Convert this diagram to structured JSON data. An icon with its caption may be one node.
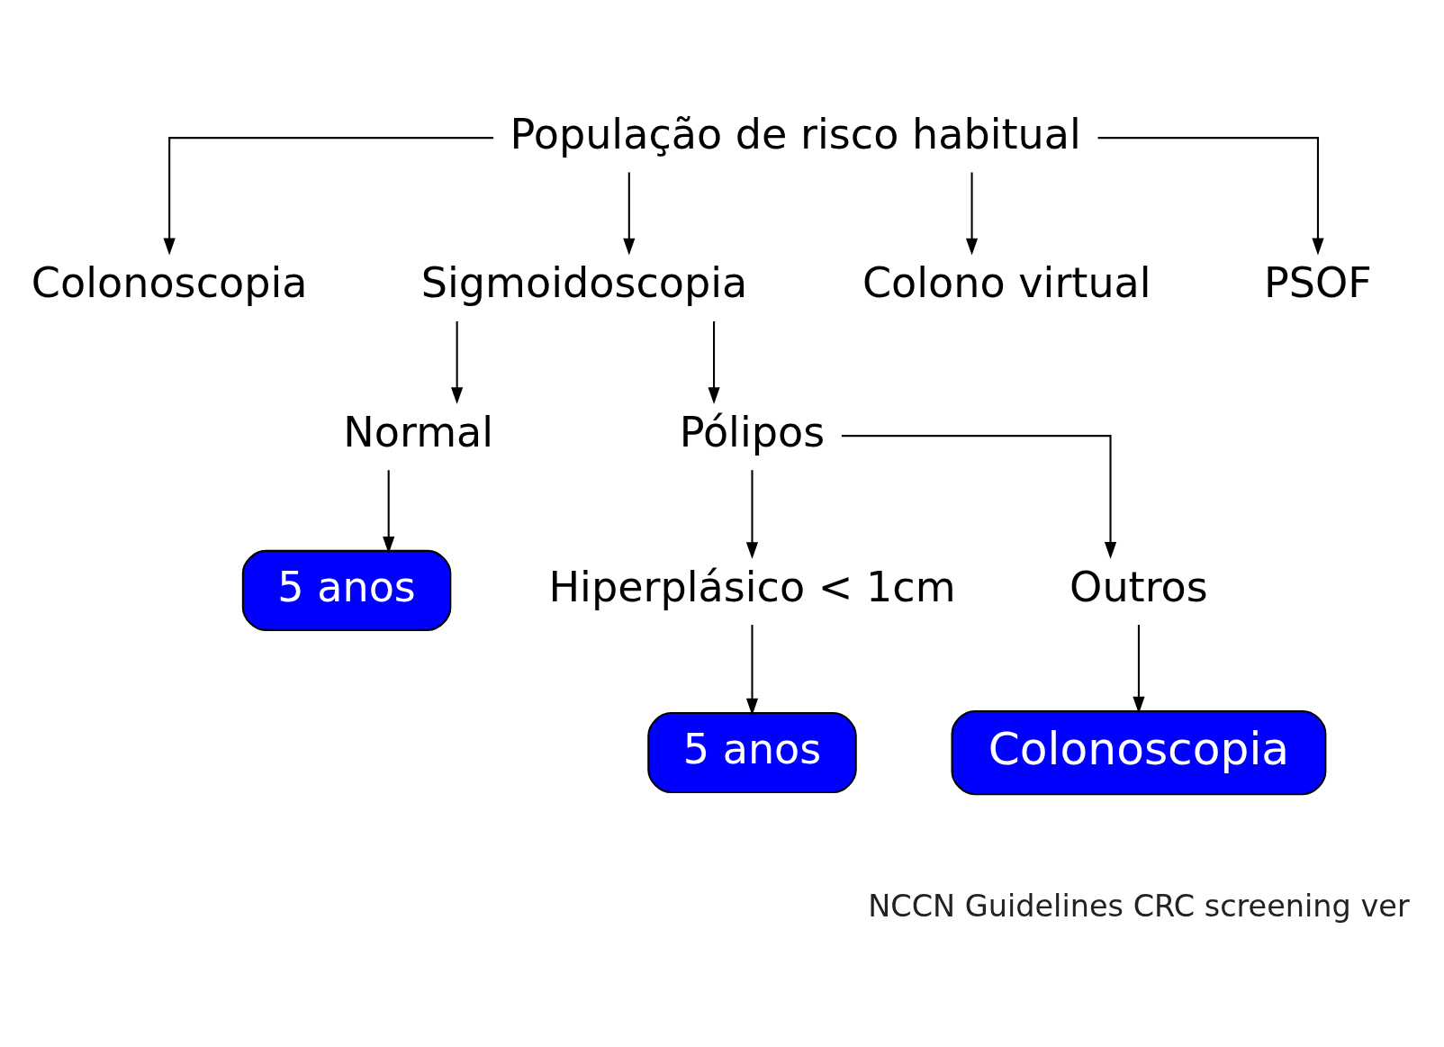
{
  "diagram": {
    "nodes": [
      {
        "text": [
          "População de risco habitual"
        ]
      },
      {
        "text": [
          "Colonoscopia"
        ]
      },
      {
        "text": [
          "Sigmoidoscopia"
        ]
      },
      {
        "text": [
          "Colono virtual"
        ]
      },
      {
        "text": [
          "PSOF"
        ]
      },
      {
        "text": [
          "Normal"
        ]
      },
      {
        "text": [
          "Pólipos"
        ]
      },
      {
        "text": [
          "5 anos"
        ]
      },
      {
        "text": [
          "Hiperplásico < 1cm"
        ]
      },
      {
        "text": [
          "Outros"
        ]
      },
      {
        "text": [
          "5 anos"
        ]
      },
      {
        "text": [
          "Colonoscopia"
        ]
      }
    ],
    "edges": [
      {
        "from": 0,
        "to": 1,
        "arrow": "to"
      },
      {
        "from": 0,
        "to": 2,
        "arrow": "to"
      },
      {
        "from": 0,
        "to": 3,
        "arrow": "to"
      },
      {
        "from": 0,
        "to": 4,
        "arrow": "to"
      },
      {
        "from": 2,
        "to": 5,
        "arrow": "to"
      },
      {
        "from": 2,
        "to": 6,
        "arrow": "to"
      },
      {
        "from": 5,
        "to": 7,
        "arrow": "to"
      },
      {
        "from": 6,
        "to": 8,
        "arrow": "to"
      },
      {
        "from": 6,
        "to": 9,
        "arrow": "to"
      },
      {
        "from": 8,
        "to": 10,
        "arrow": "to"
      },
      {
        "from": 9,
        "to": 11,
        "arrow": "to"
      }
    ],
    "labels": [
      "NCCN Guidelines CRC screening ver"
    ]
  }
}
